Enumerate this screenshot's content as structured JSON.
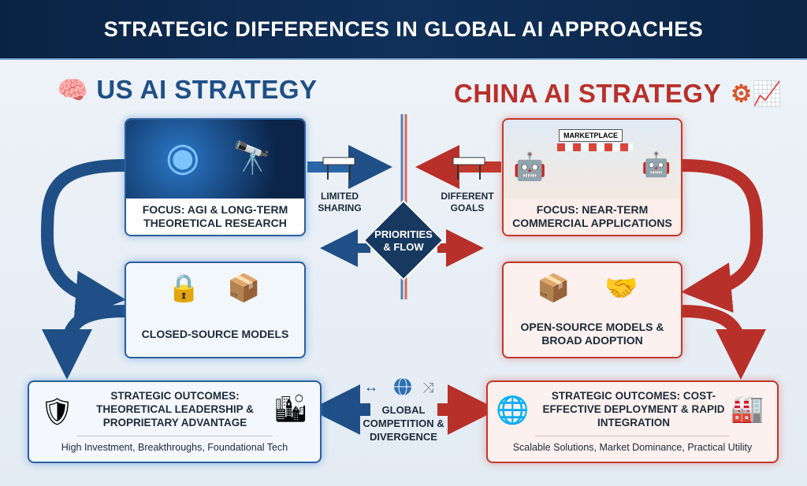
{
  "title": "STRATEGIC DIFFERENCES IN GLOBAL AI APPROACHES",
  "us": {
    "title": "US AI STRATEGY",
    "focus": "FOCUS: AGI & LONG-TERM THEORETICAL RESEARCH",
    "model": "CLOSED-SOURCE MODELS",
    "outcome_title": "STRATEGIC OUTCOMES: THEORETICAL LEADERSHIP & PROPRIETARY ADVANTAGE",
    "outcome_sub": "High Investment, Breakthroughs, Foundational Tech",
    "color": "#1f4f86"
  },
  "china": {
    "title": "CHINA AI STRATEGY",
    "focus": "FOCUS: NEAR-TERM COMMERCIAL APPLICATIONS",
    "marketplace": "MARKETPLACE",
    "model": "OPEN-SOURCE MODELS & BROAD ADOPTION",
    "outcome_title": "STRATEGIC OUTCOMES: COST-EFFECTIVE DEPLOYMENT & RAPID INTEGRATION",
    "outcome_sub": "Scalable Solutions, Market Dominance, Practical Utility",
    "color": "#b8302a"
  },
  "center": {
    "limited": "LIMITED SHARING",
    "different": "DIFFERENT GOALS",
    "priorities": "PRIORITIES & FLOW",
    "global": "GLOBAL COMPETITION & DIVERGENCE"
  }
}
